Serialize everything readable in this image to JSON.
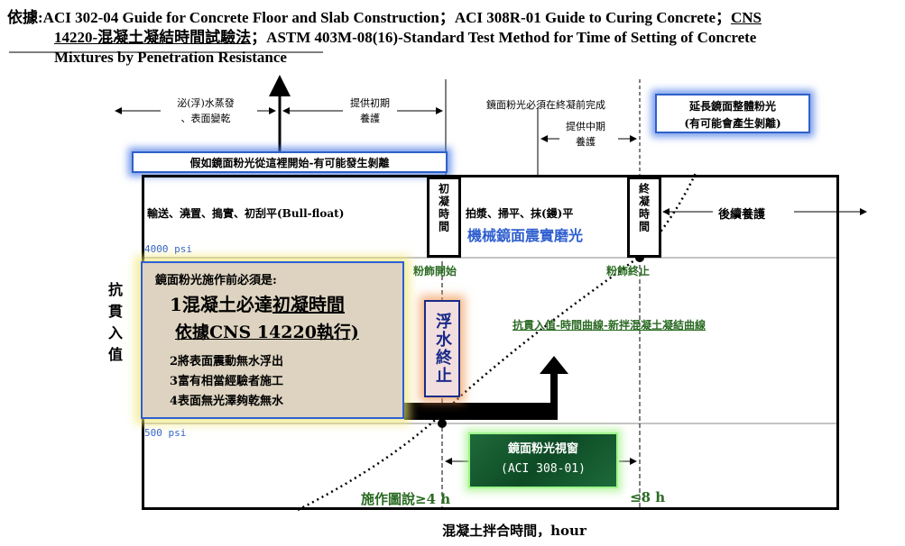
{
  "reference": {
    "lead": "依據:",
    "line1_text": "ACI 302-04 Guide for Concrete Floor and Slab Construction；ACI 308R-01 Guide to Curing Concrete；",
    "line1_cns": "CNS",
    "line2_cns": "14220-混凝土凝結時間試驗法",
    "line2_text": "；ASTM 403M-08(16)-Standard Test Method for Time of Setting of Concrete",
    "line3_text": "Mixtures by Penetration Resistance"
  },
  "phases": {
    "bleed": [
      "泌(浮)水蒸發",
      "、表面變乾"
    ],
    "initial_cure": [
      "提供初期",
      "養護"
    ],
    "finish_before": "鏡面粉光必須在終凝前完成",
    "mid_cure": [
      "提供中期",
      "養護"
    ],
    "extend": [
      "延長鏡面整體粉光",
      "(有可能會產生剝離)"
    ],
    "start_warning": "假如鏡面粉光從這裡開始-有可能發生剝離"
  },
  "main": {
    "placing": "輸送、澆置、搗實、初刮平(Bull-float)",
    "initial_set": "初凝時間",
    "finishing_ops": "拍漿、掃平、抹(鏝)平",
    "machine": "機械鏡面震實磨光",
    "final_set": "終凝時間",
    "later_cure": "後續養護",
    "psi_4000": "4000 psi",
    "psi_500": "500 psi",
    "finish_start": "粉飾開始",
    "finish_end": "粉飾終止",
    "curve_label": "抗貫入值-時間曲線-新拌混凝土凝結曲線",
    "float_end": "浮水終止",
    "window_line1": "鏡面粉光視窗",
    "window_line2": "(ACI 308-01)",
    "ge4h": "施作圖說≥4 h",
    "le8h": "≤8 h"
  },
  "requirements": {
    "title": "鏡面粉光施作前必須是:",
    "item1a": "1混凝土必達",
    "item1b": "初凝時間",
    "item1c": "依據CNS 14220執行)",
    "item2": "2將表面震動無水浮出",
    "item3": "3富有相當經驗者施工",
    "item4": "4表面無光澤夠乾無水"
  },
  "axes": {
    "y": "抗貫入值",
    "x": "混凝土拌合時間，hour"
  }
}
